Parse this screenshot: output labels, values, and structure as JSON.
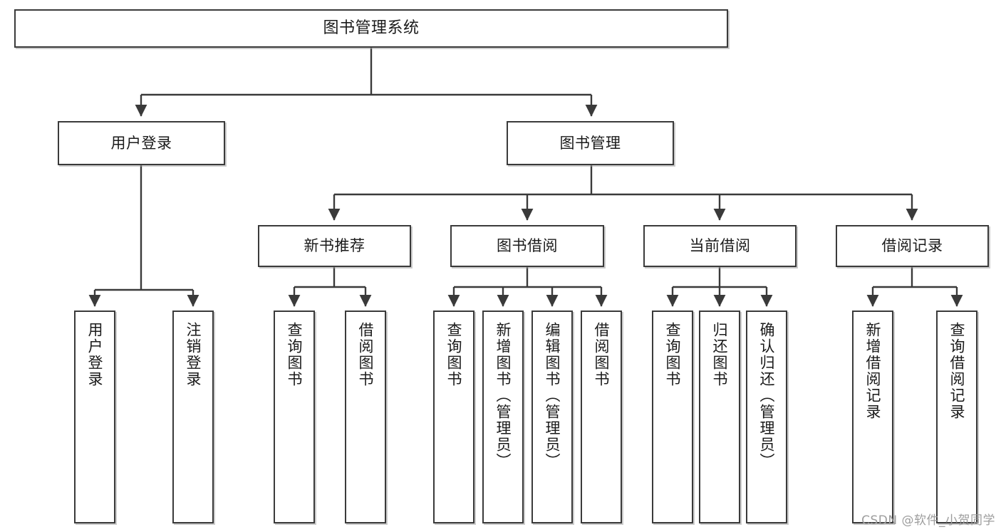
{
  "diagram": {
    "title": "图书管理系统",
    "watermark": "CSDN @软件_小贺同学",
    "line_color": "#3a3a3a",
    "box_fill": "#ffffff",
    "text_color": "#1a1a1a",
    "watermark_color": "#9d9d9d"
  },
  "nodes": {
    "root": {
      "label": "图书管理系统"
    },
    "level2": [
      {
        "label": "用户登录"
      },
      {
        "label": "图书管理"
      }
    ],
    "level3": [
      {
        "label": "新书推荐"
      },
      {
        "label": "图书借阅"
      },
      {
        "label": "当前借阅"
      },
      {
        "label": "借阅记录"
      }
    ],
    "leaves": {
      "user_login": [
        {
          "label": "用户登录"
        },
        {
          "label": "注销登录"
        }
      ],
      "new_book_recommend": [
        {
          "label": "查询图书"
        },
        {
          "label": "借阅图书"
        }
      ],
      "book_borrow": [
        {
          "label": "查询图书"
        },
        {
          "label": "新增图书（管理员）"
        },
        {
          "label": "编辑图书（管理员）"
        },
        {
          "label": "借阅图书"
        }
      ],
      "current_borrow": [
        {
          "label": "查询图书"
        },
        {
          "label": "归还图书"
        },
        {
          "label": "确认归还（管理员）"
        }
      ],
      "borrow_record": [
        {
          "label": "新增借阅记录"
        },
        {
          "label": "查询借阅记录"
        }
      ]
    }
  }
}
